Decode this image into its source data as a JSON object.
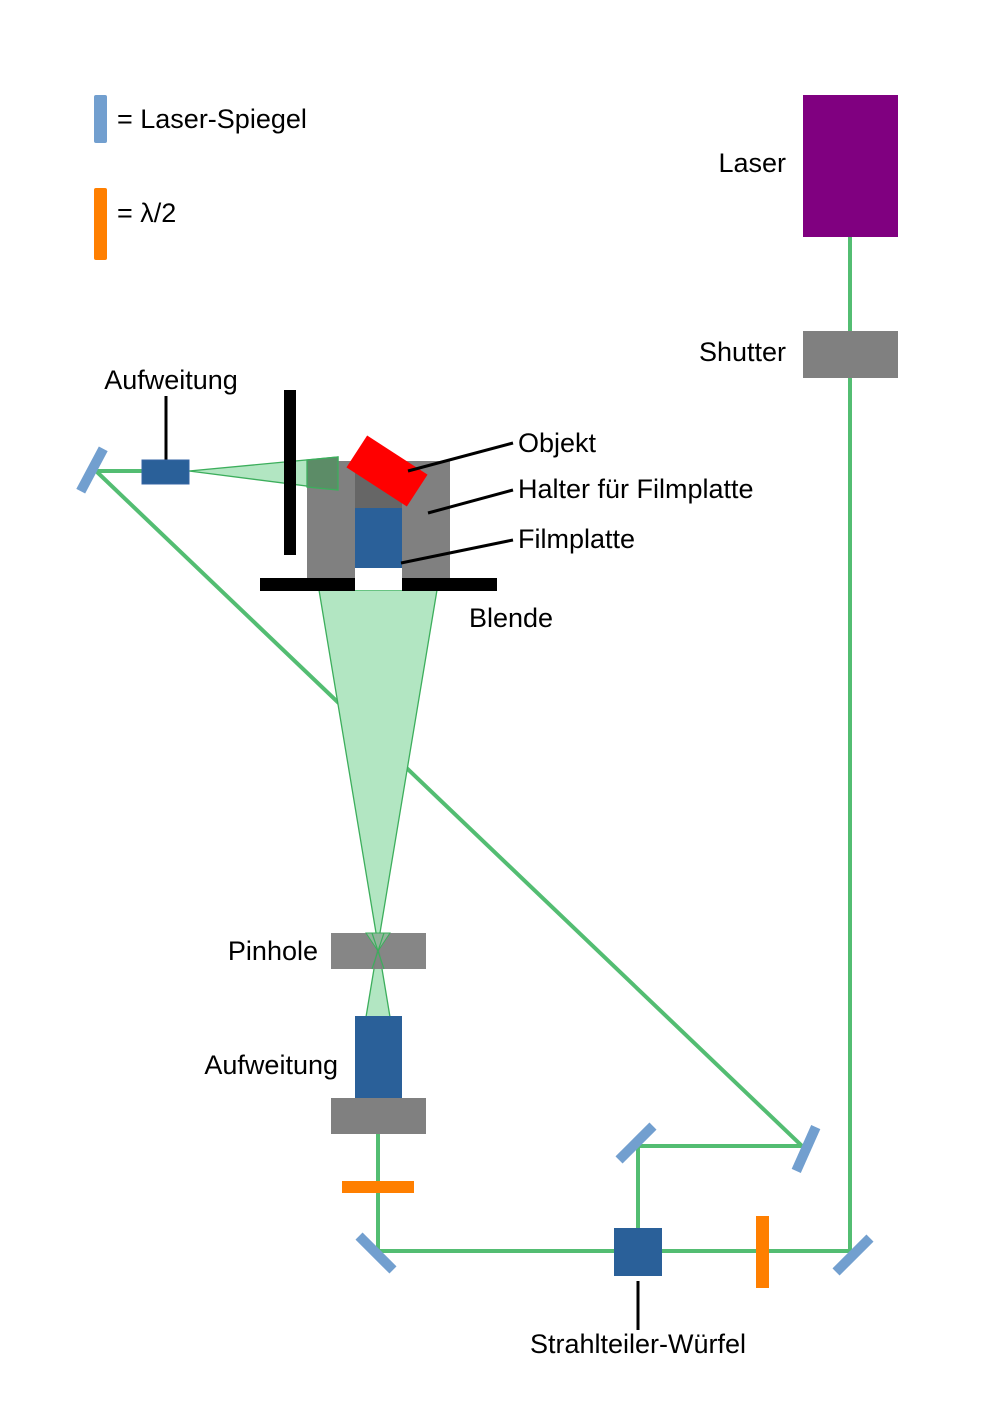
{
  "title": "Holographie-Aufbau",
  "colors": {
    "beam": "#53bd72",
    "beam_fan": "#b2e6c2",
    "mirror": "#729fcf",
    "half_wave_plate": "#ff7f00",
    "laser": "#800080",
    "gray_component": "#808080",
    "expander": "#2a6099",
    "object": "#ff0000",
    "aperture": "#000000"
  },
  "legend": {
    "items": [
      {
        "symbol": "mirror",
        "label": "= Laser-Spiegel"
      },
      {
        "symbol": "half-wave-plate",
        "label": "= λ/2"
      }
    ]
  },
  "labels": {
    "laser": "Laser",
    "shutter": "Shutter",
    "expander_top": "Aufweitung",
    "object": "Objekt",
    "holder": "Halter für Filmplatte",
    "film_plate": "Filmplatte",
    "aperture": "Blende",
    "pinhole": "Pinhole",
    "expander_bottom": "Aufweitung",
    "beam_splitter": "Strahlteiler-Würfel"
  }
}
